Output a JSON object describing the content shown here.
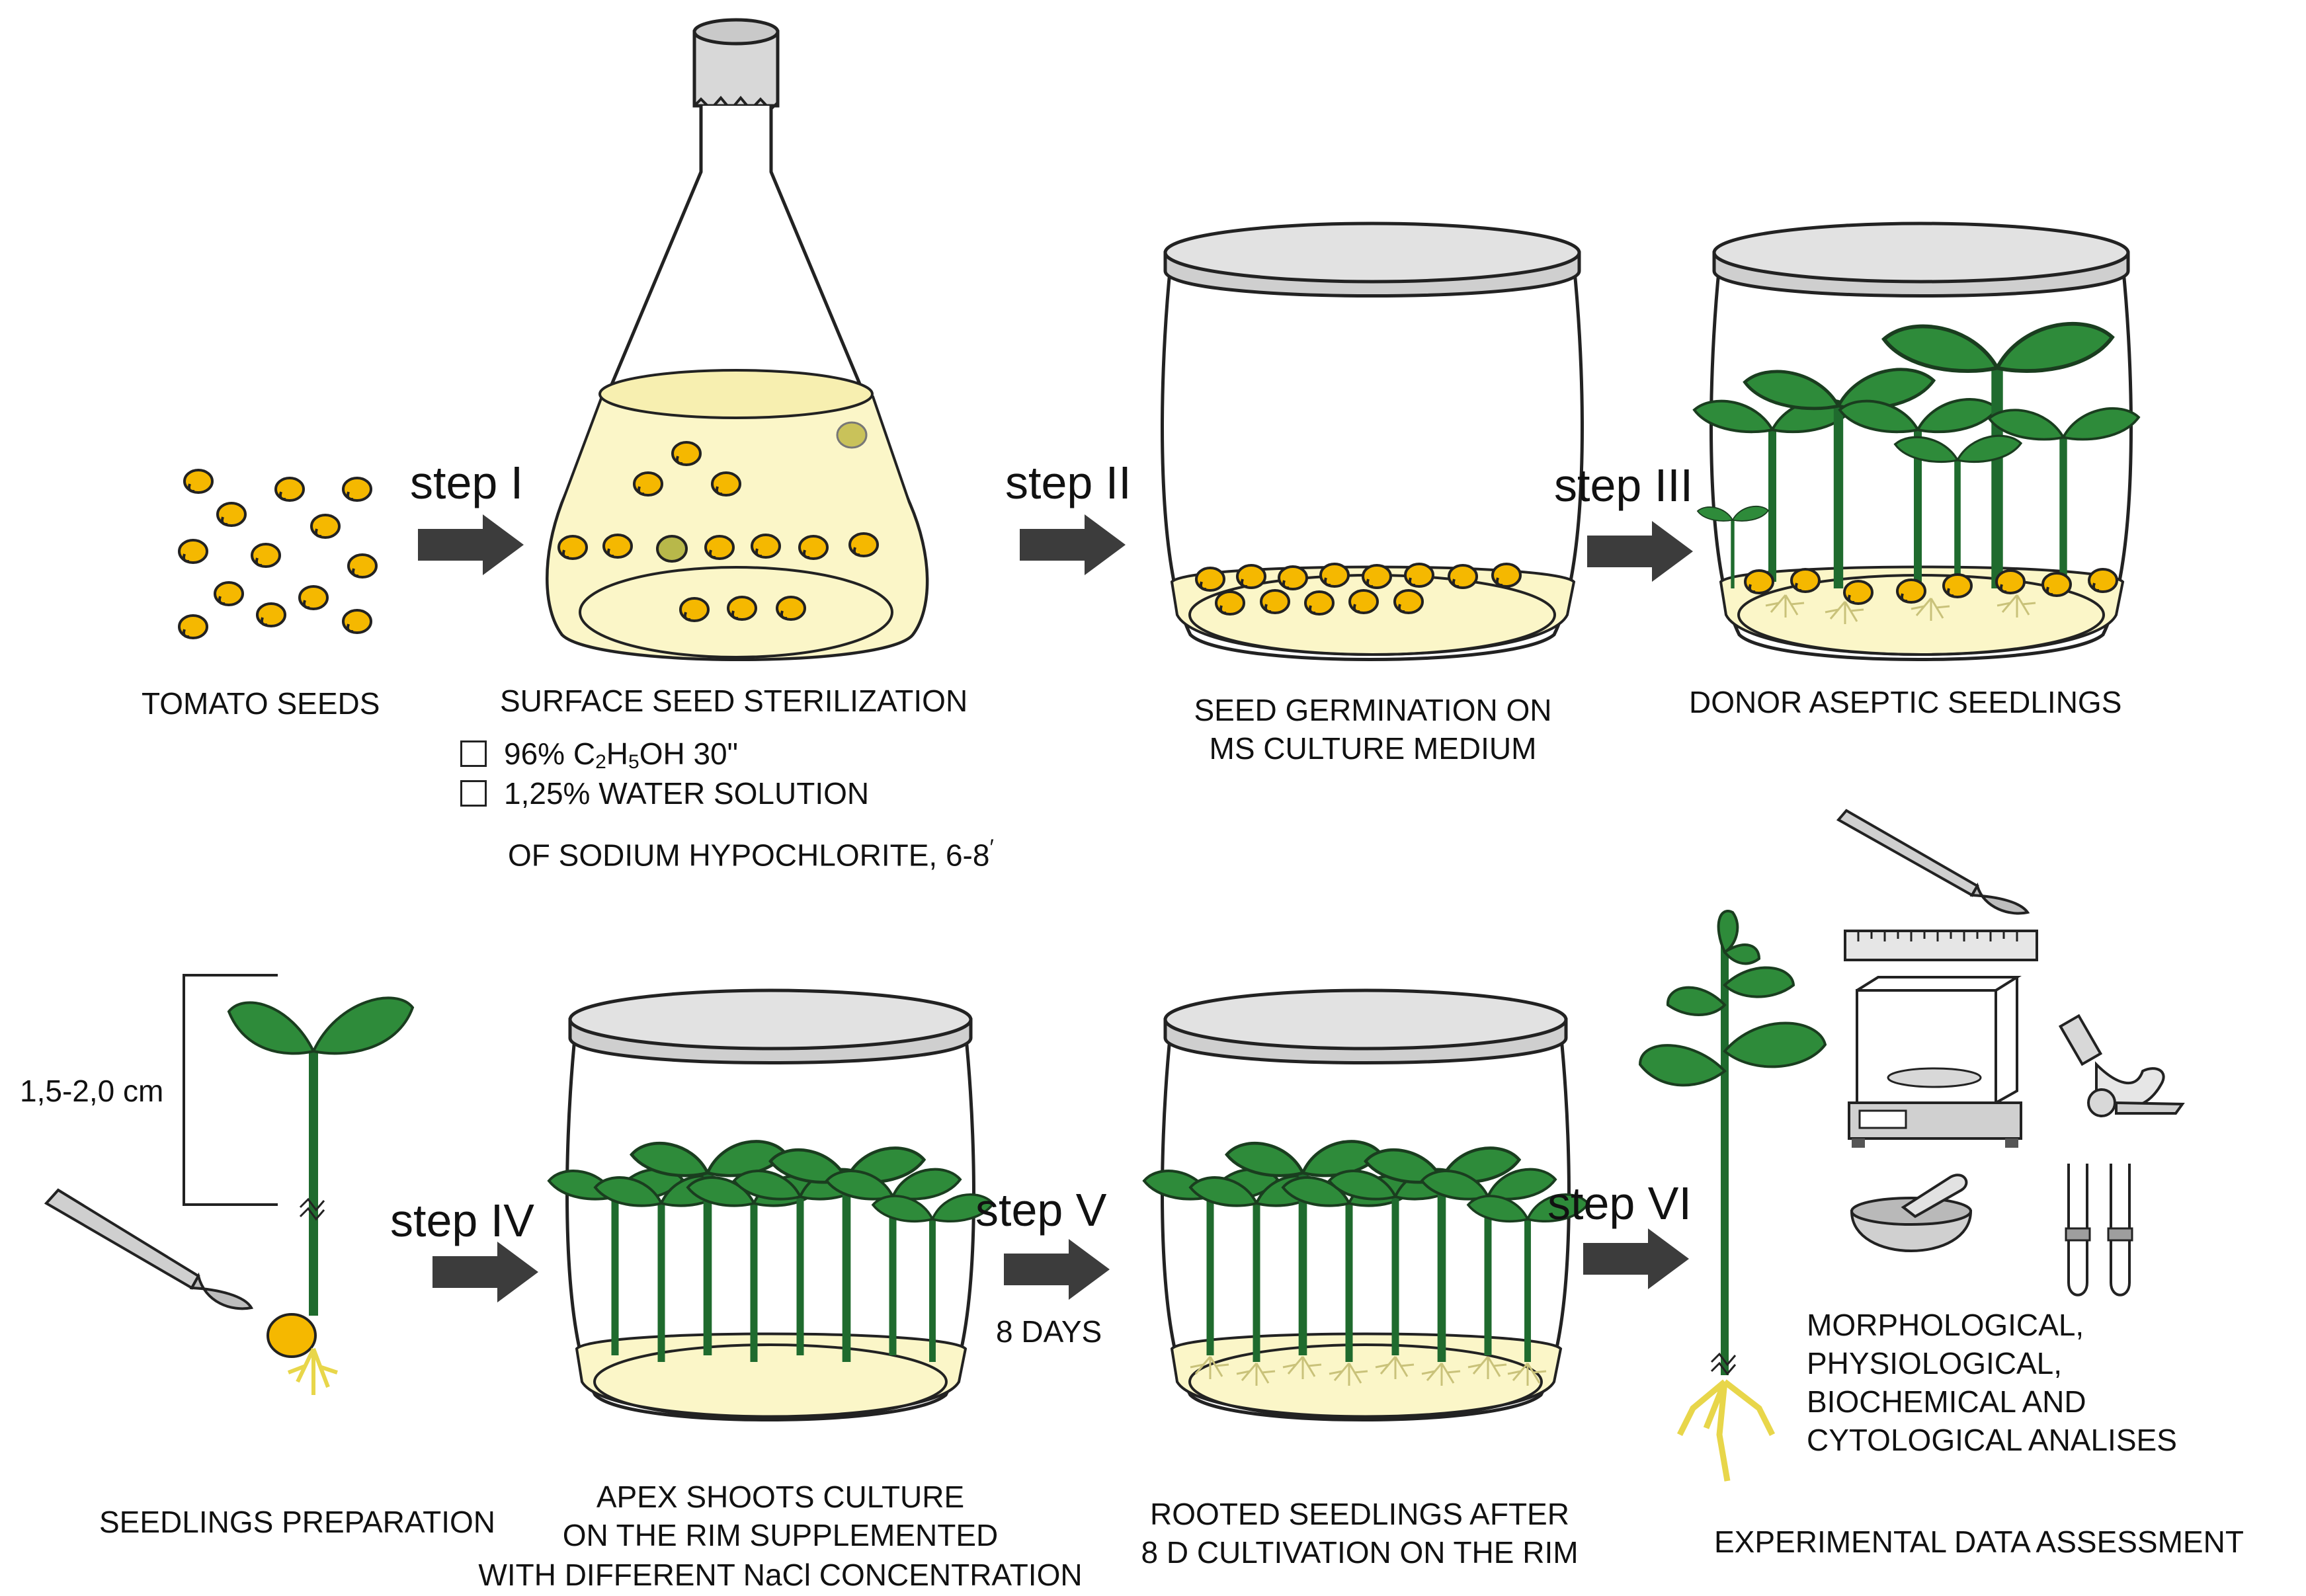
{
  "steps": {
    "s1": "step I",
    "s2": "step II",
    "s3": "step III",
    "s4": "step IV",
    "s5": "step V",
    "s6": "step VI"
  },
  "labels": {
    "tomato_seeds": "TOMATO SEEDS",
    "surface_sterilization": "SURFACE SEED STERILIZATION",
    "ethanol_a": "96% C",
    "ethanol_sub1": "2",
    "ethanol_b": "H",
    "ethanol_sub2": "5",
    "ethanol_c": "OH 30\"",
    "hypochlorite_line1": "1,25% WATER SOLUTION",
    "hypochlorite_line2": "OF SODIUM HYPOCHLORITE, 6-8",
    "hypochlorite_prime": "′",
    "germination_line1": "SEED GERMINATION ON",
    "germination_line2": "MS CULTURE MEDIUM",
    "donor_seedlings": "DONOR ASEPTIC SEEDLINGS",
    "size_range": "1,5-2,0 cm",
    "seedlings_preparation": "SEEDLINGS PREPARATION",
    "apex_line1": "APEX SHOOTS CULTURE",
    "apex_line2": "ON THE RIM SUPPLEMENTED",
    "apex_line3": "WITH DIFFERENT NaCl CONCENTRATION",
    "days": "8 DAYS",
    "rooted_line1": "ROOTED SEEDLINGS AFTER",
    "rooted_line2": "8 D CULTIVATION ON THE RIM",
    "analyses_line1": "MORPHOLOGICAL,",
    "analyses_line2": "PHYSIOLOGICAL,",
    "analyses_line3": "BIOCHEMICAL AND",
    "analyses_line4": "CYTOLOGICAL ANALISES",
    "assessment": "EXPERIMENTAL DATA ASSESSMENT"
  },
  "colors": {
    "seed": "#f5b800",
    "medium": "#fbf6c8",
    "leaf": "#2e8b3a",
    "lid": "#d8d8d8",
    "arrow": "#3c3c3c",
    "root": "#f3e96b"
  }
}
